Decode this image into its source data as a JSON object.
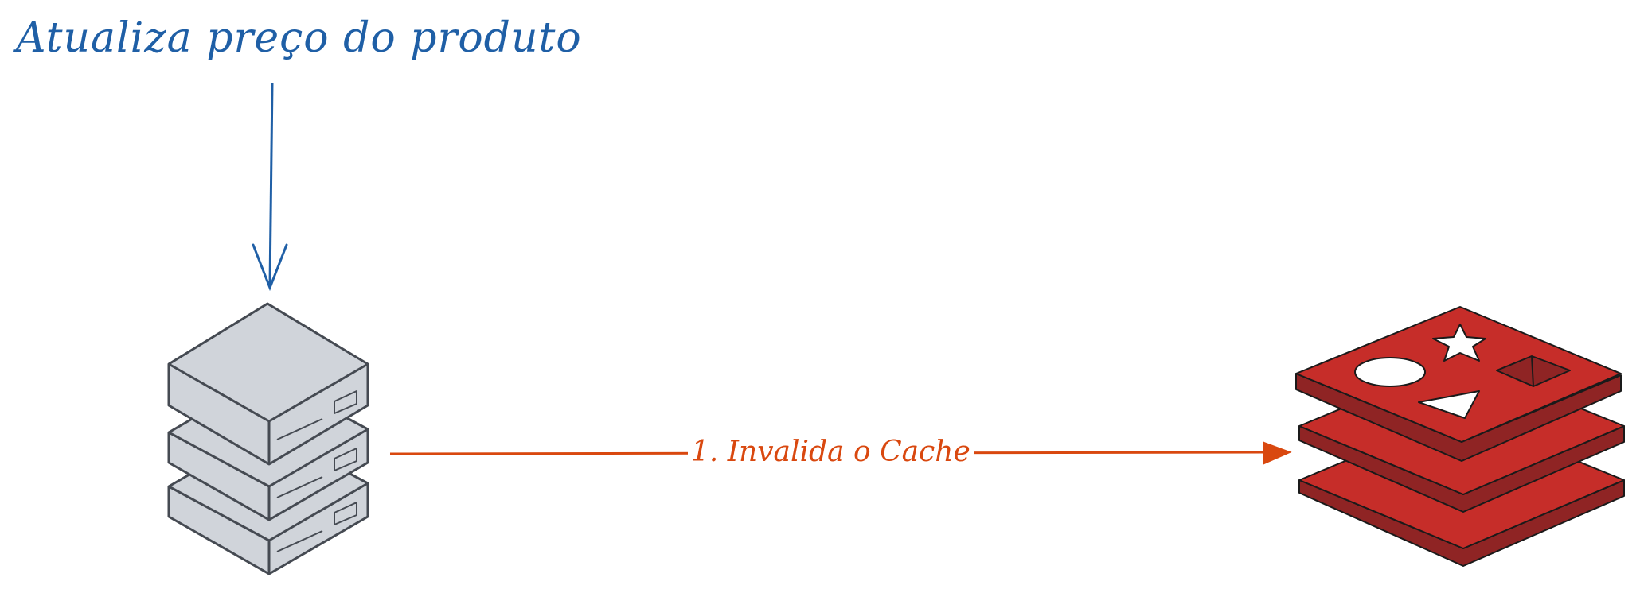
{
  "title": "Atualiza preço do produto",
  "edge_label": "1. Invalida o Cache",
  "nodes": [
    {
      "id": "server",
      "icon": "server-stack-icon"
    },
    {
      "id": "cache",
      "icon": "redis-icon"
    }
  ],
  "colors": {
    "title": "#1f5fa6",
    "edge": "#d9480f",
    "server_fill": "#d0d4da",
    "server_stroke": "#454a52",
    "redis_top": "#c62d29",
    "redis_side": "#8f2424"
  }
}
